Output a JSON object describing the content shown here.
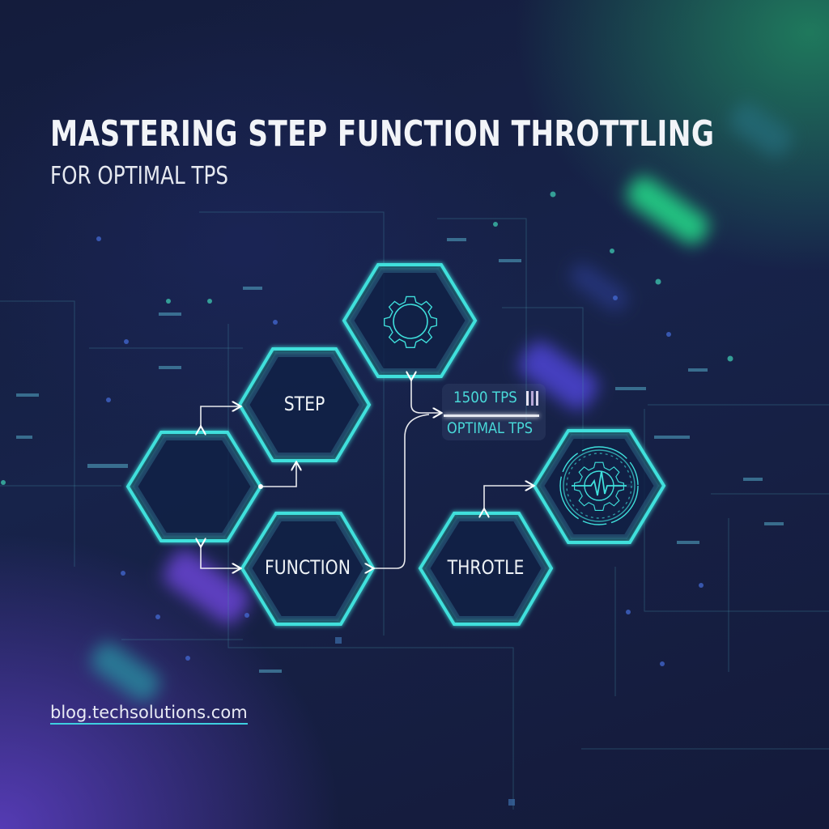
{
  "header": {
    "title": "MASTERING STEP FUNCTION THROTTLING",
    "subtitle": "FOR OPTIMAL TPS"
  },
  "diagram": {
    "nodes": [
      {
        "id": "gear",
        "label": "",
        "icon": "gear-icon"
      },
      {
        "id": "step",
        "label": "STEP"
      },
      {
        "id": "blank",
        "label": ""
      },
      {
        "id": "function",
        "label": "FUNCTION"
      },
      {
        "id": "throttle",
        "label": "THROTLE"
      },
      {
        "id": "monitor",
        "label": "",
        "icon": "gear-heartbeat-icon"
      }
    ],
    "metric": {
      "value": "1500 TPS",
      "label": "OPTIMAL TPS",
      "icon": "bars-icon"
    }
  },
  "footer": {
    "link": "blog.techsolutions.com"
  },
  "colors": {
    "accent": "#3fe0dc",
    "background": "#141c3c",
    "glow_green": "#22a070",
    "glow_purple": "#6040c8",
    "text": "#f2f4f8"
  }
}
